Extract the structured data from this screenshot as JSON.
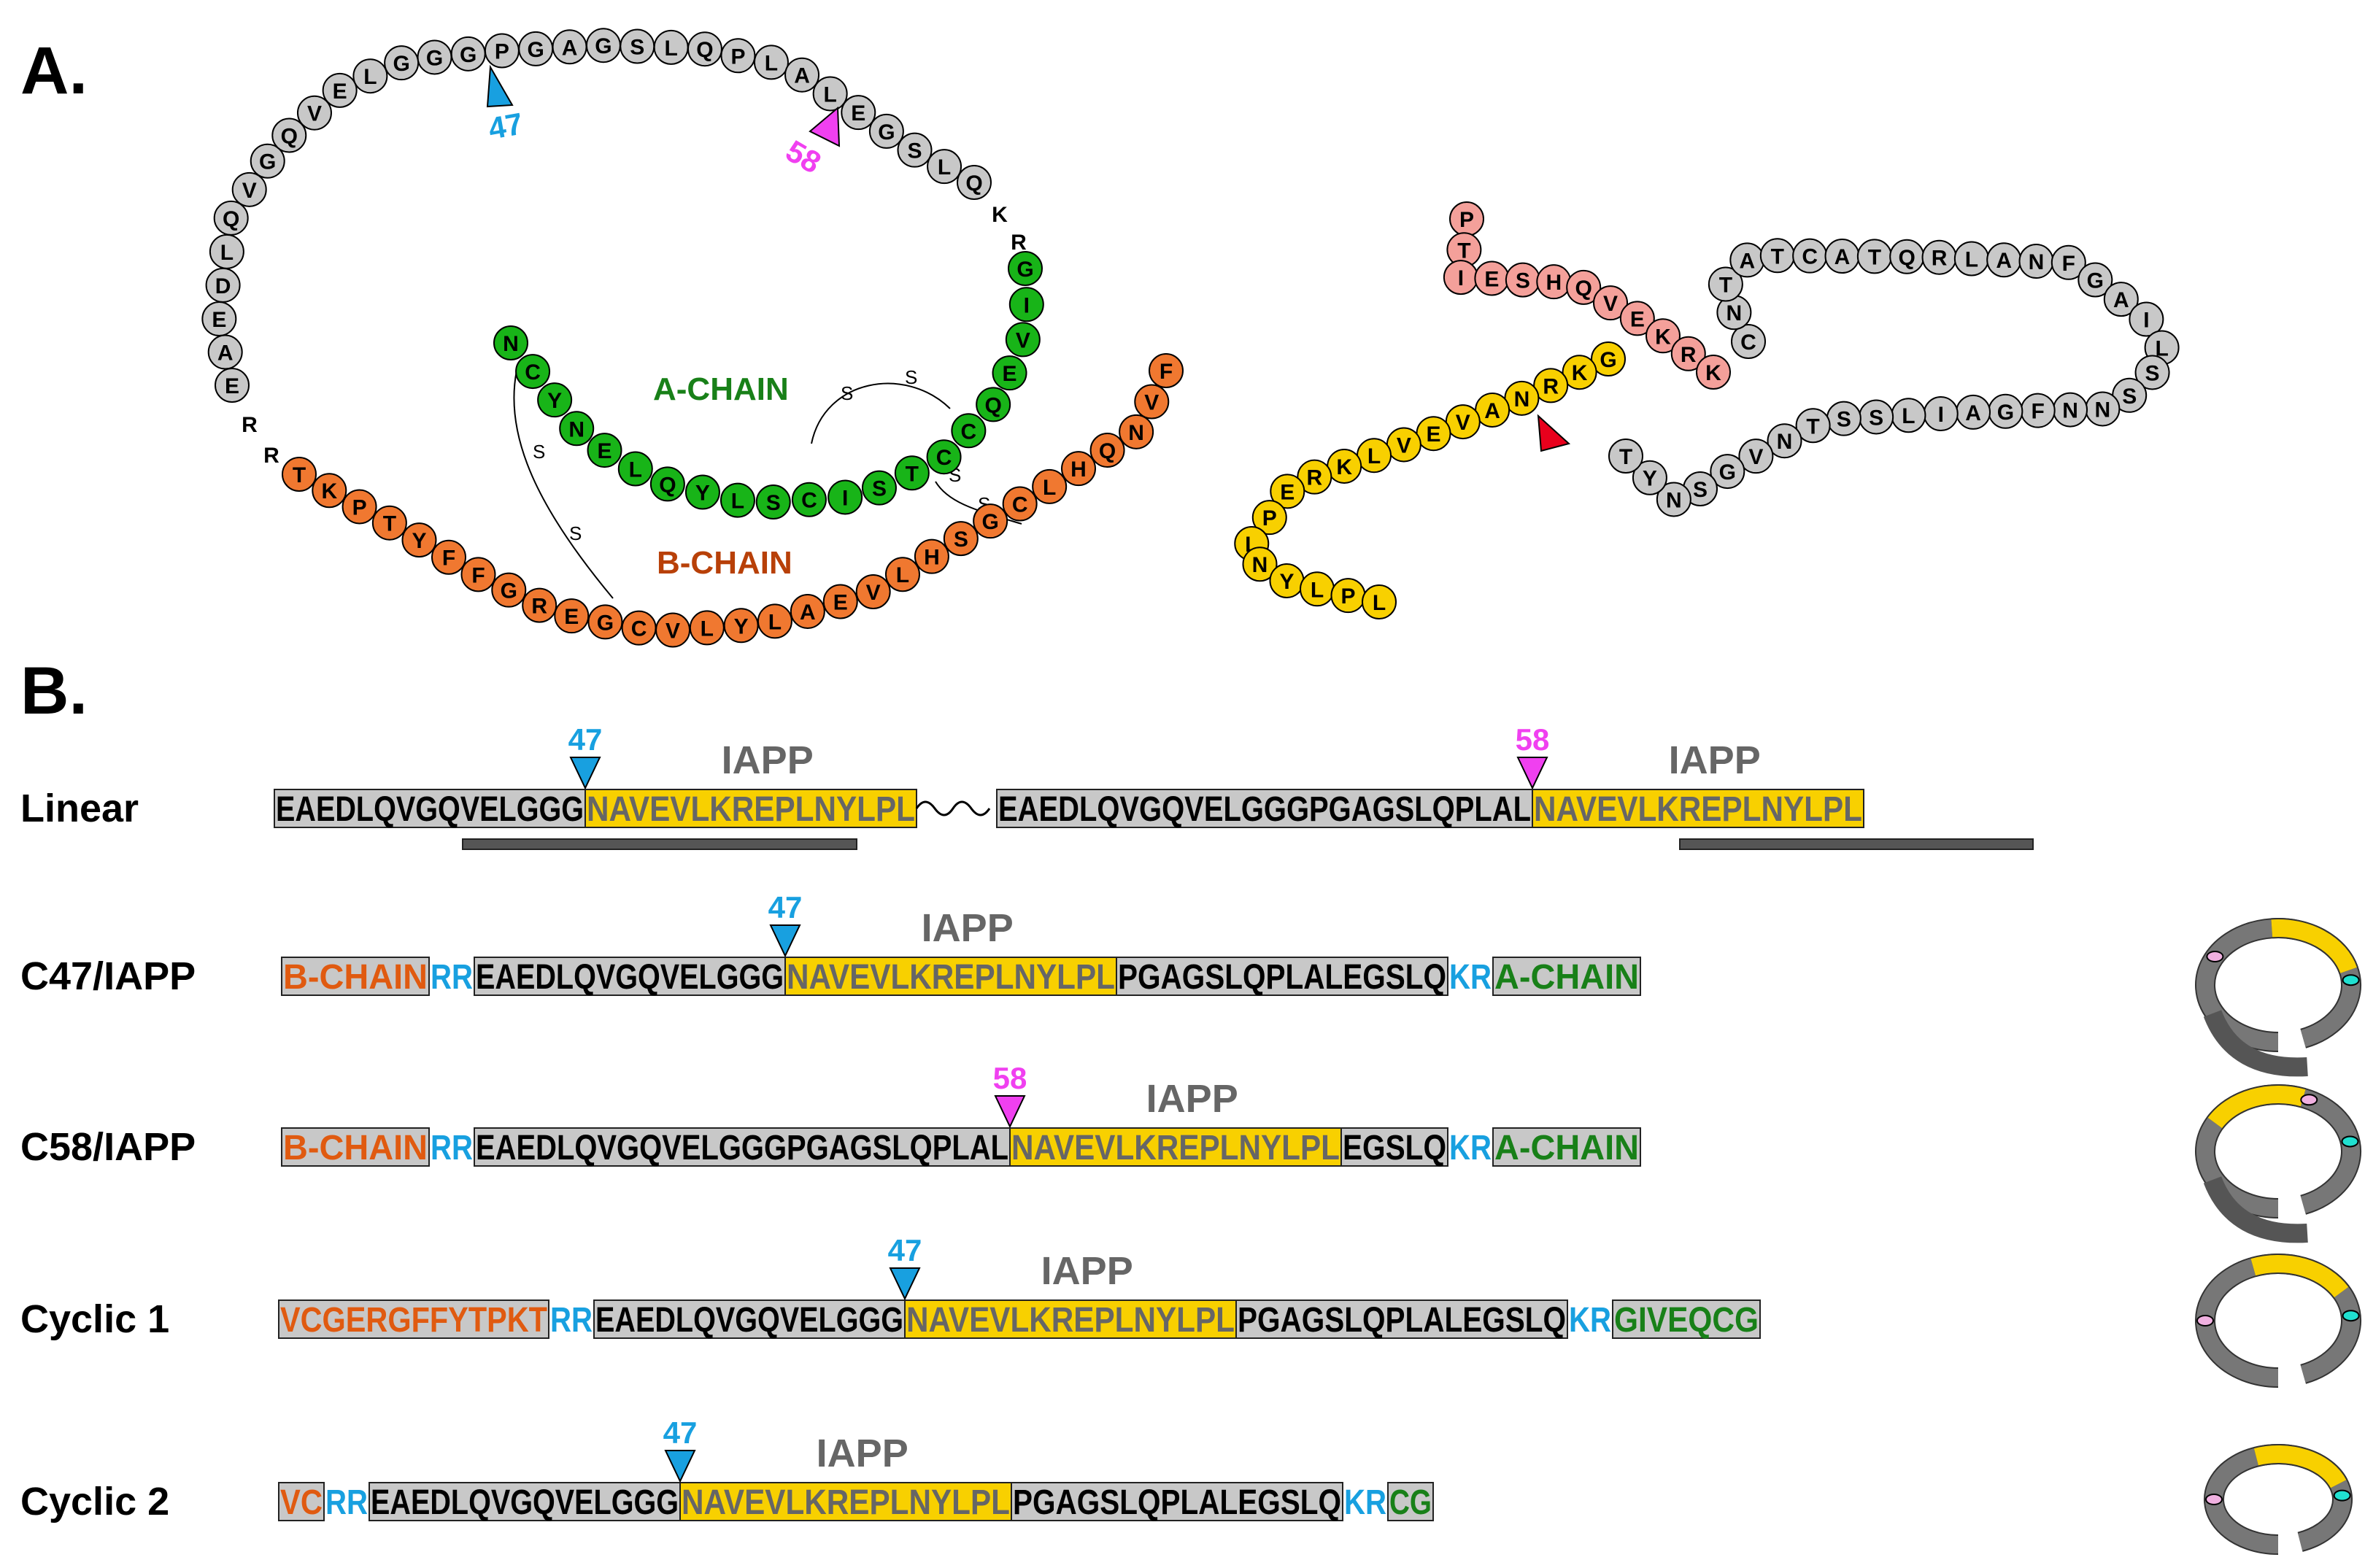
{
  "panels": {
    "a": "A.",
    "b": "B."
  },
  "colors": {
    "gray": "#c8c8c8",
    "orange": "#f07830",
    "green": "#18b418",
    "yellow": "#f8d000",
    "pink": "#f4a09a",
    "blue": "#18a0e0",
    "magenta": "#f040f0",
    "red": "#e8001c",
    "dark_orange": "#e05a10",
    "dark_green": "#188018",
    "iapp_gray": "#666666"
  },
  "panel_a": {
    "markers": [
      {
        "label": "47",
        "color": "blue"
      },
      {
        "label": "58",
        "color": "magenta"
      }
    ],
    "proinsulin": {
      "outer_chain": [
        "E",
        "A",
        "E",
        "D",
        "L",
        "Q",
        "V",
        "G",
        "Q",
        "V",
        "E",
        "L",
        "G",
        "G",
        "G",
        "P",
        "G",
        "A",
        "G",
        "S",
        "L",
        "Q",
        "P",
        "L",
        "A",
        "L",
        "E",
        "G",
        "S",
        "L",
        "Q"
      ],
      "basic_left": [
        "R",
        "R"
      ],
      "basic_right": [
        "K",
        "R"
      ],
      "a_chain": [
        "G",
        "I",
        "V",
        "E",
        "Q",
        "C",
        "C",
        "T",
        "S",
        "I",
        "C",
        "S",
        "L",
        "Y",
        "Q",
        "L",
        "E",
        "N",
        "Y",
        "C",
        "N"
      ],
      "b_chain": [
        "T",
        "K",
        "P",
        "T",
        "Y",
        "F",
        "F",
        "G",
        "R",
        "E",
        "G",
        "C",
        "V",
        "L",
        "Y",
        "L",
        "A",
        "E",
        "V",
        "L",
        "H",
        "S",
        "G",
        "C",
        "L",
        "H",
        "Q",
        "N",
        "V",
        "F"
      ],
      "a_chain_label": "A-CHAIN",
      "b_chain_label": "B-CHAIN",
      "disulfide": "S"
    },
    "proiapp": {
      "pink": [
        "P",
        "T",
        "I",
        "E",
        "S",
        "H",
        "Q",
        "V",
        "E",
        "K",
        "R",
        "K"
      ],
      "gray_a": [
        "C",
        "N",
        "T",
        "A",
        "T",
        "C",
        "A",
        "T",
        "Q",
        "R",
        "L",
        "A",
        "N",
        "F",
        "G",
        "A",
        "I",
        "L",
        "S",
        "S",
        "N",
        "N",
        "F",
        "G",
        "A",
        "I",
        "L",
        "S",
        "S",
        "T",
        "N",
        "V",
        "G",
        "S",
        "N",
        "Y",
        "T"
      ],
      "yellow": [
        "G",
        "K",
        "R",
        "N",
        "A",
        "V",
        "E",
        "V",
        "L",
        "K",
        "R",
        "E",
        "P",
        "L",
        "N",
        "Y",
        "L",
        "P",
        "L"
      ]
    }
  },
  "panel_b": {
    "iapp_label": "IAPP",
    "rows": [
      {
        "label": "Linear",
        "segments": [
          {
            "text": "EAEDLQVGQVELGGG",
            "style": "gray"
          },
          {
            "text": "NAVEVLKREPLNYLPL",
            "style": "yellow"
          },
          {
            "text": "~",
            "style": "wave"
          },
          {
            "text": "EAEDLQVGQVELGGGPGAGSLQPLAL",
            "style": "gray"
          },
          {
            "text": "NAVEVLKREPLNYLPL",
            "style": "yellow"
          }
        ],
        "markers": [
          {
            "label": "47",
            "color": "blue"
          },
          {
            "label": "58",
            "color": "magenta"
          }
        ]
      },
      {
        "label": "C47/IAPP",
        "segments": [
          {
            "text": "B-CHAIN",
            "style": "orange"
          },
          {
            "text": "RR",
            "style": "blue"
          },
          {
            "text": "EAEDLQVGQVELGGG",
            "style": "gray"
          },
          {
            "text": "NAVEVLKREPLNYLPL",
            "style": "yellow"
          },
          {
            "text": "PGAGSLQPLALEGSLQ",
            "style": "gray"
          },
          {
            "text": "KR",
            "style": "blue"
          },
          {
            "text": "A-CHAIN",
            "style": "green"
          }
        ],
        "markers": [
          {
            "label": "47",
            "color": "blue"
          }
        ]
      },
      {
        "label": "C58/IAPP",
        "segments": [
          {
            "text": "B-CHAIN",
            "style": "orange"
          },
          {
            "text": "RR",
            "style": "blue"
          },
          {
            "text": "EAEDLQVGQVELGGGPGAGSLQPLAL",
            "style": "gray"
          },
          {
            "text": "NAVEVLKREPLNYLPL",
            "style": "yellow"
          },
          {
            "text": "EGSLQ",
            "style": "gray"
          },
          {
            "text": "KR",
            "style": "blue"
          },
          {
            "text": "A-CHAIN",
            "style": "green"
          }
        ],
        "markers": [
          {
            "label": "58",
            "color": "magenta"
          }
        ]
      },
      {
        "label": "Cyclic 1",
        "segments": [
          {
            "text": "VCGERGFFYTPKT",
            "style": "orange"
          },
          {
            "text": "RR",
            "style": "blue"
          },
          {
            "text": "EAEDLQVGQVELGGG",
            "style": "gray"
          },
          {
            "text": "NAVEVLKREPLNYLPL",
            "style": "yellow"
          },
          {
            "text": "PGAGSLQPLALEGSLQ",
            "style": "gray"
          },
          {
            "text": "KR",
            "style": "blue"
          },
          {
            "text": "GIVEQCG",
            "style": "green"
          }
        ],
        "markers": [
          {
            "label": "47",
            "color": "blue"
          }
        ]
      },
      {
        "label": "Cyclic 2",
        "segments": [
          {
            "text": "VC",
            "style": "orange"
          },
          {
            "text": "RR",
            "style": "blue"
          },
          {
            "text": "EAEDLQVGQVELGGG",
            "style": "gray"
          },
          {
            "text": "NAVEVLKREPLNYLPL",
            "style": "yellow"
          },
          {
            "text": "PGAGSLQPLALEGSLQ",
            "style": "gray"
          },
          {
            "text": "KR",
            "style": "blue"
          },
          {
            "text": "CG",
            "style": "green"
          }
        ],
        "markers": [
          {
            "label": "47",
            "color": "blue"
          }
        ]
      }
    ]
  }
}
